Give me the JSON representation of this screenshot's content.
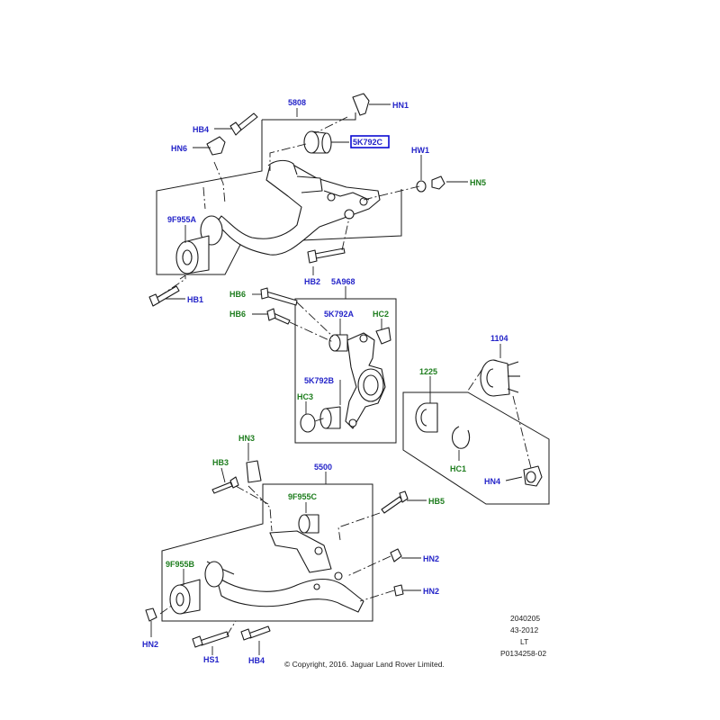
{
  "colors": {
    "blue_label": "#2424c8",
    "green_label": "#1e7d1e",
    "highlight": "#0a0ad2",
    "line": "#1a1a1a"
  },
  "labels": {
    "l5808": "5808",
    "hn1": "HN1",
    "hb4_top": "HB4",
    "hn6": "HN6",
    "k5792c": "5K792C",
    "hw1": "HW1",
    "hn5_top": "HN5",
    "f9955a": "9F955A",
    "hb2": "HB2",
    "hb1": "HB1",
    "hb6_a": "HB6",
    "hb6_b": "HB6",
    "a5968": "5A968",
    "k5792a": "5K792A",
    "hc2": "HC2",
    "k5792b": "5K792B",
    "hc3": "HC3",
    "l1104": "1104",
    "l1225": "1225",
    "hc1": "HC1",
    "hn4": "HN4",
    "hn3": "HN3",
    "hb3": "HB3",
    "l5500": "5500",
    "f9955c": "9F955C",
    "hb5": "HB5",
    "f9955b": "9F955B",
    "hn2_a": "HN2",
    "hn2_b": "HN2",
    "hn2_c": "HN2",
    "hs1": "HS1",
    "hb4_bottom": "HB4"
  },
  "footer": {
    "ref_line1": "2040205",
    "ref_line2": "43-2012",
    "ref_line3": "LT",
    "ref_line4": "P0134258-02",
    "copyright": "© Copyright, 2016. Jaguar Land Rover Limited."
  }
}
